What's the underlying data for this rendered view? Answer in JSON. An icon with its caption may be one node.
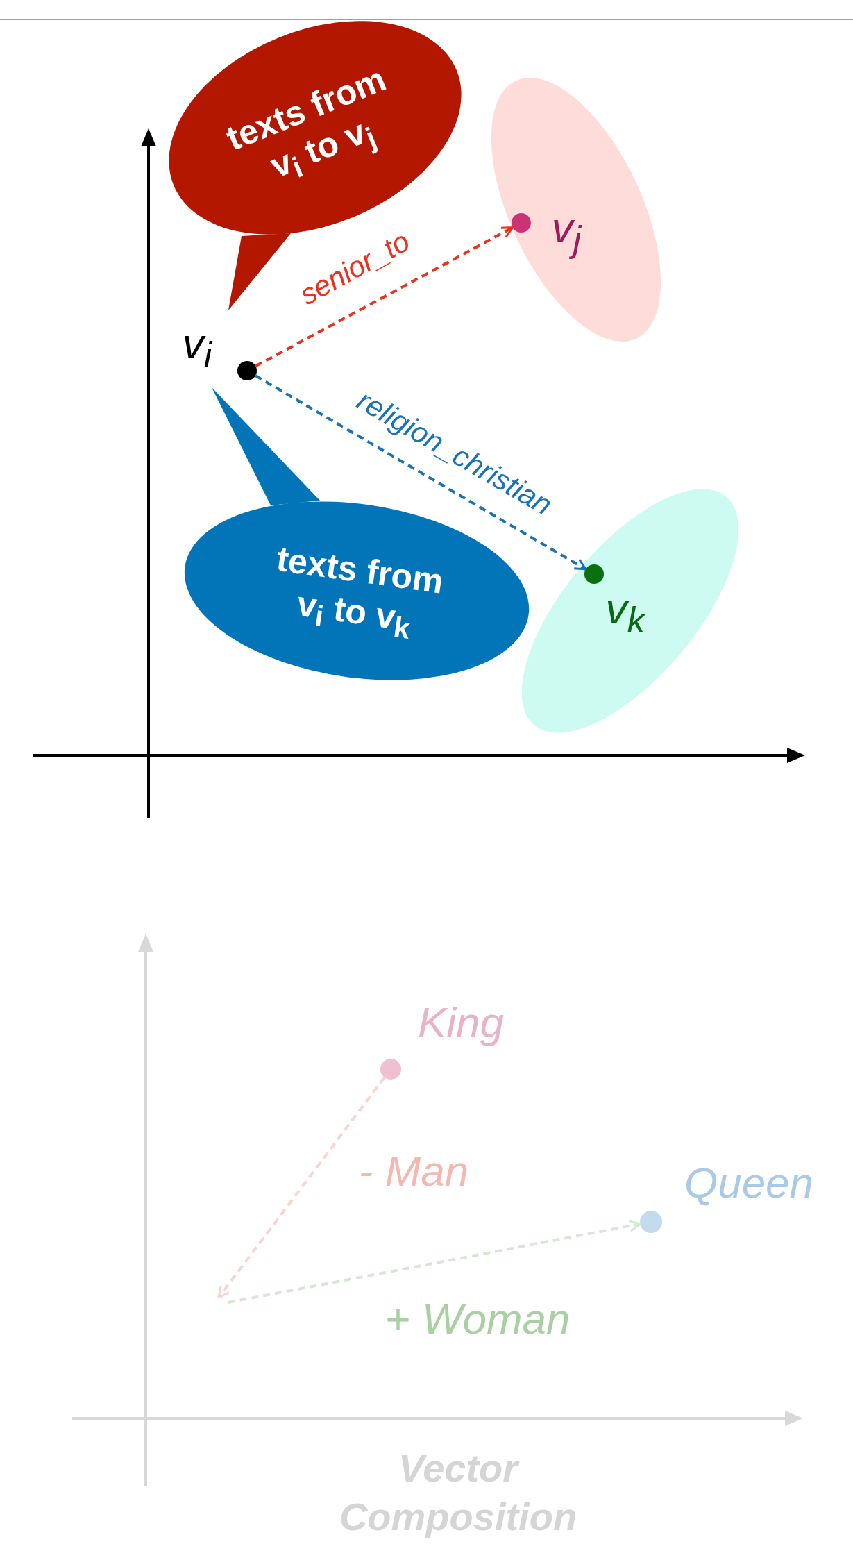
{
  "diagram": {
    "caption": "Vector Composition",
    "nodes": [
      {
        "text": [
          "texts from v$_{i}$ to v$_{j}$"
        ]
      },
      {
        "text": [],
        "shape": "circle",
        "beside": [
          "v$_{i}$"
        ]
      },
      {
        "text": [],
        "shape": "ellipse"
      },
      {
        "text": [],
        "shape": "circle",
        "beside": [
          "v$_{j}$"
        ],
        "in": 2
      },
      {
        "text": [
          "texts from v$_{i}$ to v$_{k}$"
        ]
      },
      {
        "text": [],
        "shape": "ellipse"
      },
      {
        "text": [],
        "shape": "circle",
        "beside": [
          "v$_{k}$"
        ],
        "in": 5
      },
      {
        "text": [],
        "shape": "circle",
        "beside": [
          "King"
        ]
      },
      {
        "text": [],
        "shape": "circle",
        "beside": [
          "Queen"
        ]
      }
    ],
    "edges": [
      {
        "from": 1,
        "to": 3,
        "arrow": "to",
        "style": "dashed",
        "color": "#e8321e",
        "label": "senior_to"
      },
      {
        "from": 1,
        "to": 6,
        "arrow": "to",
        "style": "dashed",
        "color": "#1a73b8",
        "label": "religion_christian"
      },
      {
        "from": 7,
        "to": null,
        "arrow": "to",
        "style": "dashed",
        "color": "#fbd3d3",
        "label": "- Man"
      },
      {
        "from": null,
        "to": 8,
        "arrow": "to",
        "style": "dashed",
        "color": "#d5e9d2",
        "label": "+ Woman"
      }
    ]
  }
}
